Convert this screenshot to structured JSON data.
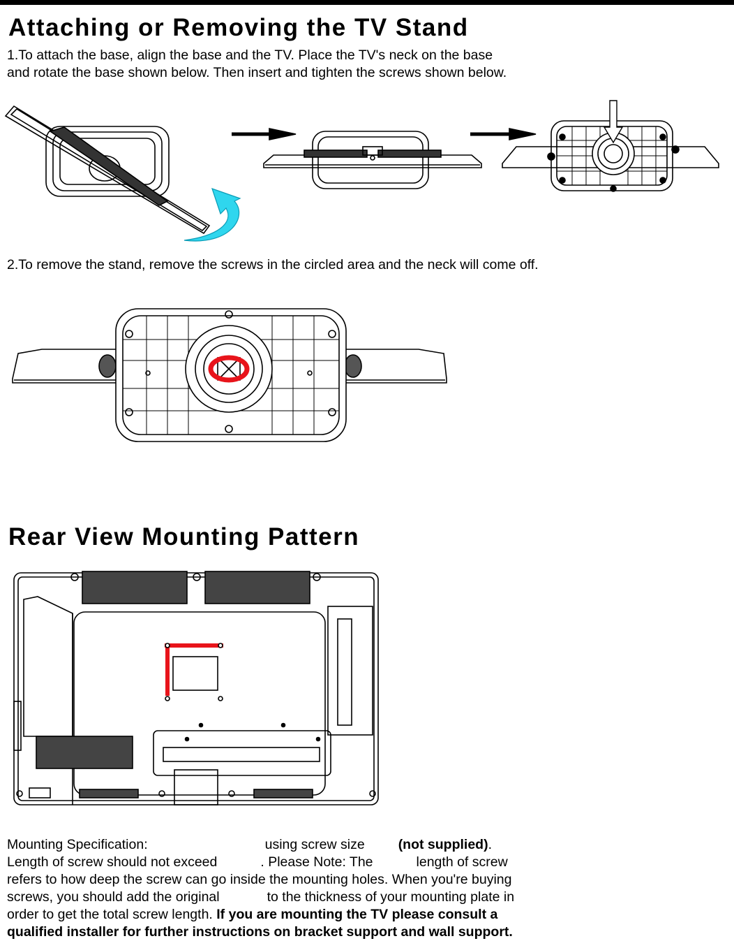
{
  "heading1": "Attaching or Removing the TV Stand",
  "step1": {
    "line1": "1.To attach the base, align the base and the TV.  Place the TV's neck on the base",
    "line2": "and rotate the base shown below. Then insert and tighten the screws shown below."
  },
  "step2": {
    "line1": "2.To remove the stand, remove the screws in the circled area and the neck will come off."
  },
  "heading2": "Rear View Mounting Pattern",
  "spec": {
    "l1a": "Mounting Specification:",
    "l1b": "using screw size",
    "l1c": "(not supplied)",
    "l1d": ".",
    "l2a": "Length of screw should not exceed",
    "l2b": ".  Please Note: The",
    "l2c": "length of screw",
    "l3": "refers to how deep the screw can go inside the mounting holes.  When you're buying",
    "l4a": "screws, you should add the original",
    "l4b": "to the thickness of your mounting plate in",
    "l5a": "order to get the total screw length.",
    "l5b": "If you are mounting the TV please consult a",
    "l6": "qualified installer for further instructions on bracket support and wall support."
  },
  "colors": {
    "accent_arrow": "#2fd6ee",
    "highlight": "#e8141b",
    "ink": "#000000"
  }
}
